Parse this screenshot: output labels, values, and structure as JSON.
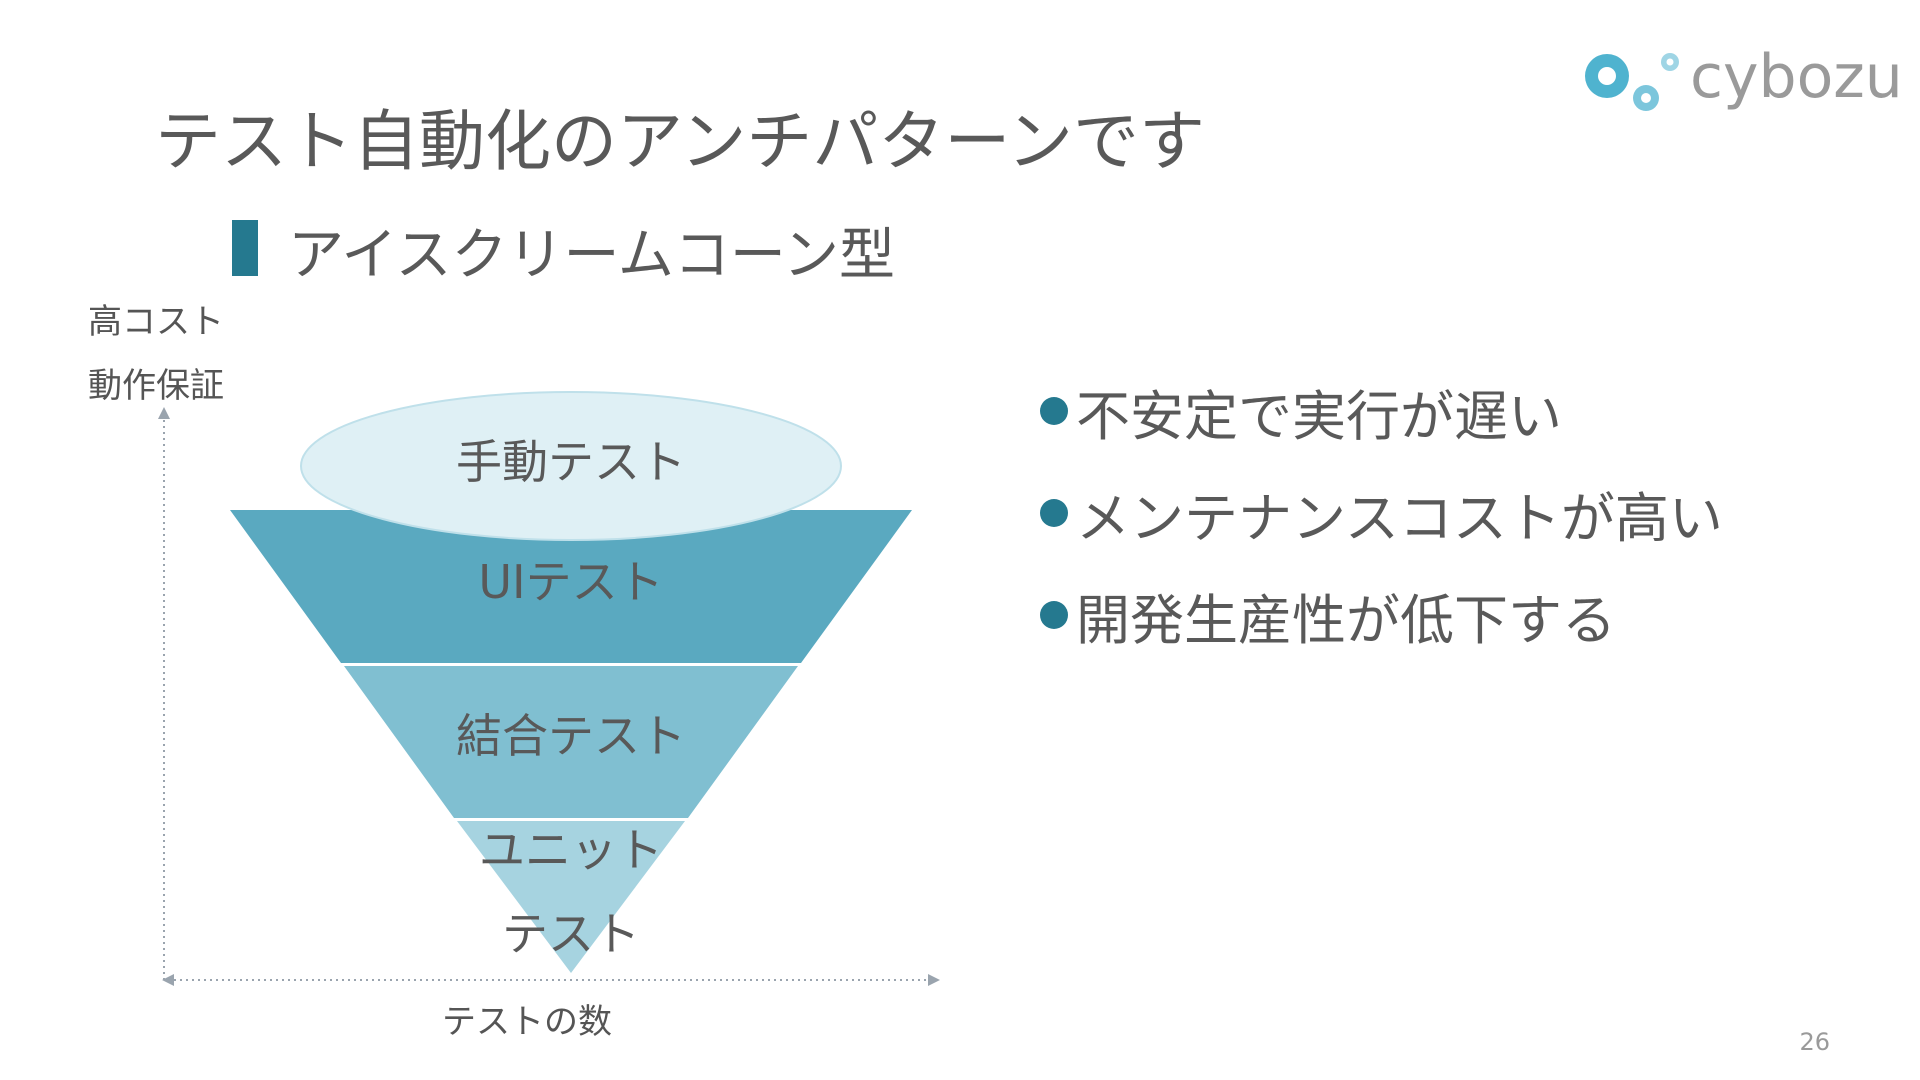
{
  "title": "テスト自動化のアンチパターンです",
  "logo": {
    "text": "cybozu"
  },
  "subtitle": "アイスクリームコーン型",
  "axis": {
    "y_label_line1": "高コスト",
    "y_label_line2": "動作保証",
    "x_label": "テストの数"
  },
  "cone": {
    "top": {
      "label": "手動テスト",
      "color": "#dff0f5",
      "stroke": "#bfe0ea"
    },
    "layers": [
      {
        "label_lines": [
          "UIテスト"
        ],
        "color": "#5aa9c0"
      },
      {
        "label_lines": [
          "結合テスト"
        ],
        "color": "#80bfd1"
      },
      {
        "label_lines": [
          "ユニット",
          "テスト"
        ],
        "color": "#a6d3e0"
      }
    ]
  },
  "bullets": [
    "不安定で実行が遅い",
    "メンテナンスコストが高い",
    "開発生産性が低下する"
  ],
  "colors": {
    "accent": "#25798f",
    "text": "#595959",
    "axis": "#9aa4ae"
  },
  "page_number": "26"
}
